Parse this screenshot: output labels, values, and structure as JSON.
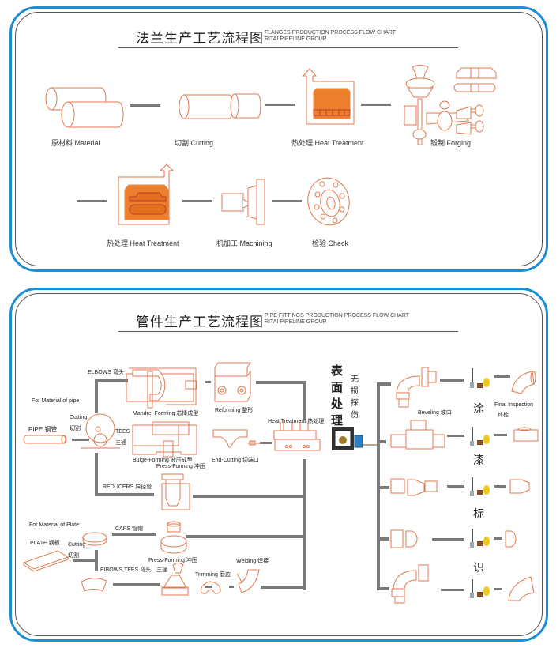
{
  "flanges": {
    "title_cn": "法兰生产工艺流程图",
    "title_en_1": "FLANGES PRODUCTION PROCESS FLOW CHART",
    "title_en_2": "RITAI PIPELINE GROUP",
    "steps": [
      {
        "label": "原材料 Material",
        "icon": "pipe-bars-icon"
      },
      {
        "label": "切割 Cutting",
        "icon": "cut-bar-icon"
      },
      {
        "label": "热处理 Heat Treatment",
        "icon": "furnace-icon"
      },
      {
        "label": "锻制 Forging",
        "icon": "forging-press-icon"
      },
      {
        "label": "热处理 Heat Treatment",
        "icon": "furnace-icon"
      },
      {
        "label": "机加工 Machining",
        "icon": "lathe-icon"
      },
      {
        "label": "检验 Check",
        "icon": "flange-icon"
      }
    ]
  },
  "fittings": {
    "title_cn": "管件生产工艺流程图",
    "title_en_1": "PIPE FITTINGS PRODUCTION PROCESS FLOW CHART",
    "title_en_2": "RITAI PIPELINE GROUP",
    "pipe_material": "For Material of pipe",
    "pipe": "PIPE 钢管",
    "cutting_en": "Cutting",
    "cutting_cn": "切割",
    "elbows": "ELBOWS 弯头",
    "tees_en": "TEES",
    "tees_cn": "三通",
    "reducers": "REDUCERS 异径管",
    "mandrel": "Mandrel-Forming 芯棒成型",
    "reforming": "Reforming 整形",
    "bulge": "Bulge-Forming 液压成型",
    "press_forming_1": "Press-Forming 冲压",
    "end_cutting": "End-Cutting 切端口",
    "heat_treatment": "Heat Treatment 热处理",
    "surface_treatment": [
      "表",
      "面",
      "处",
      "理"
    ],
    "ndt": [
      "无",
      "损",
      "探",
      "伤"
    ],
    "beveling": "Beveling 坡口",
    "painting_marking": [
      "涂",
      "漆",
      "标",
      "识"
    ],
    "final_inspection_en": "Final Inspection",
    "final_inspection_cn": "终检",
    "plate_material": "For Material of Plate:",
    "plate": "PLATE 钢板",
    "plate_cutting_en": "Cutting",
    "plate_cutting_cn": "切割",
    "caps": "CAPS 管帽",
    "elbows_tees": "EIBOWS,TEES 弯头、三通",
    "press_forming_2": "Press-Forming 冲压",
    "trimming": "Trimming 磨边",
    "welding": "Welding 焊接"
  },
  "colors": {
    "frame": "#1a8fd6",
    "drawing": "#e07a4f",
    "connector": "#7a7a7a",
    "furnace_fill": "#ec7f2c"
  }
}
